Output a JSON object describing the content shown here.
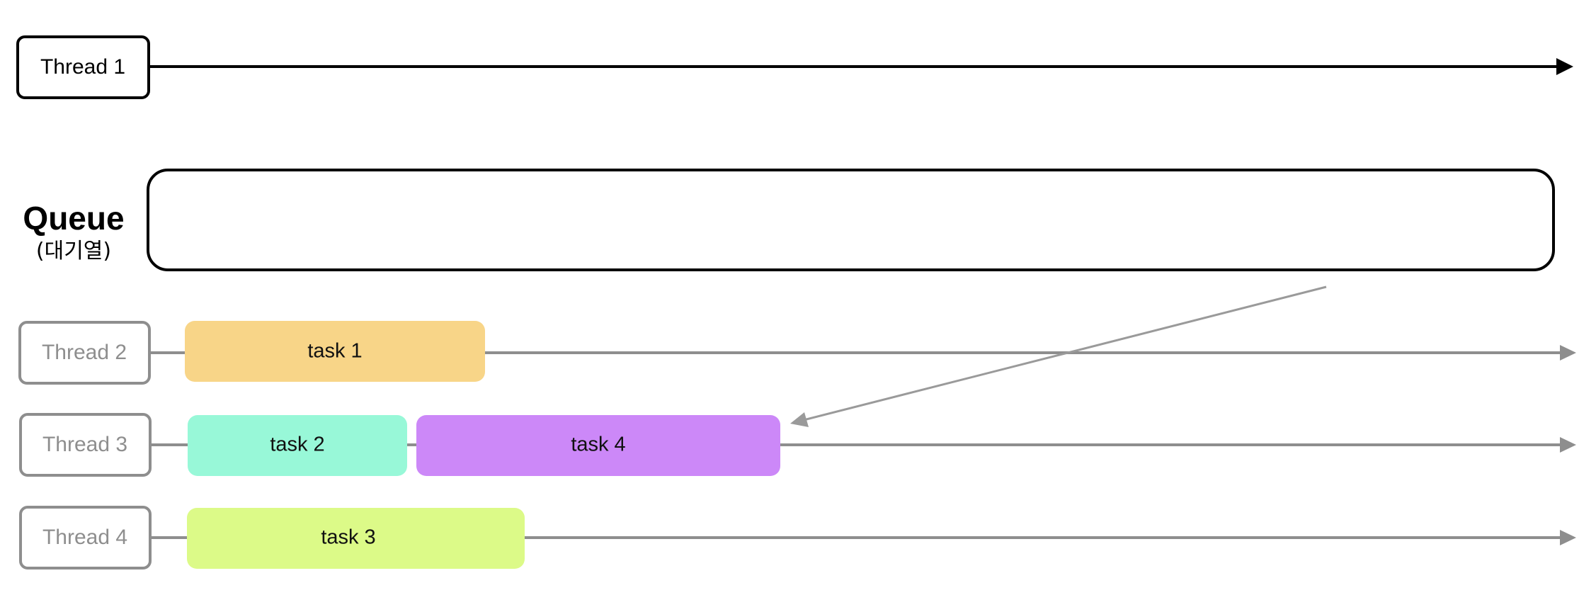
{
  "colors": {
    "active": "#000000",
    "inactive": "#8e8e8e",
    "arrow": "#9a9a9a"
  },
  "thread1": {
    "label": "Thread 1"
  },
  "queue": {
    "title": "Queue",
    "subtitle": "(대기열)"
  },
  "threads": [
    {
      "label": "Thread 2"
    },
    {
      "label": "Thread 3"
    },
    {
      "label": "Thread 4"
    }
  ],
  "tasks": [
    {
      "label": "task 1",
      "color": "#f8d588"
    },
    {
      "label": "task 2",
      "color": "#98f8d8"
    },
    {
      "label": "task 4",
      "color": "#cc88f8"
    },
    {
      "label": "task 3",
      "color": "#dcfa88"
    }
  ]
}
